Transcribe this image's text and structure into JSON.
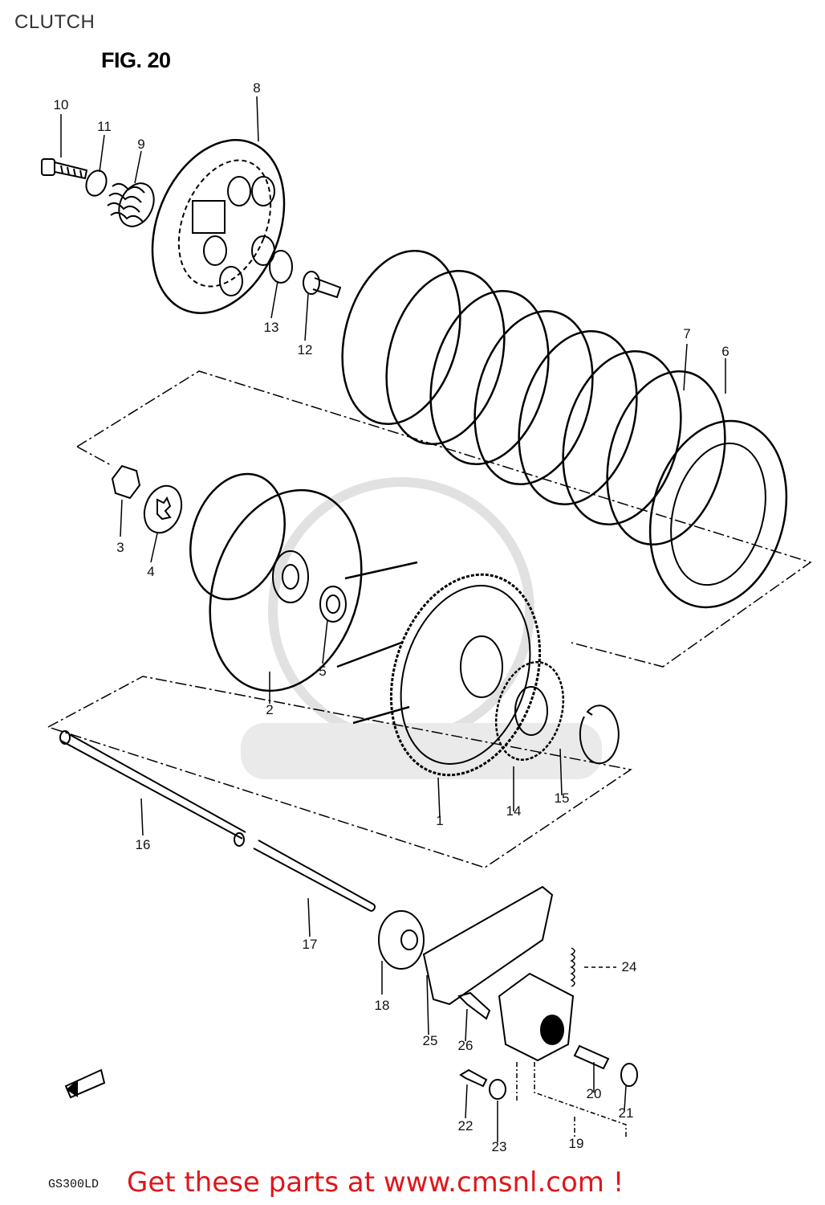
{
  "page": {
    "title": "CLUTCH"
  },
  "figure": {
    "title": "FIG. 20",
    "model_code": "GS300LD"
  },
  "footer": {
    "cta": "Get these parts at www.cmsnl.com !"
  },
  "callouts": [
    "10",
    "11",
    "9",
    "8",
    "13",
    "12",
    "7",
    "6",
    "3",
    "4",
    "5",
    "2",
    "1",
    "14",
    "15",
    "16",
    "17",
    "18",
    "25",
    "26",
    "24",
    "20",
    "21",
    "22",
    "23",
    "19"
  ],
  "colors": {
    "line": "#000000",
    "cta": "#e0161b",
    "watermark": "#d9d9d9"
  }
}
